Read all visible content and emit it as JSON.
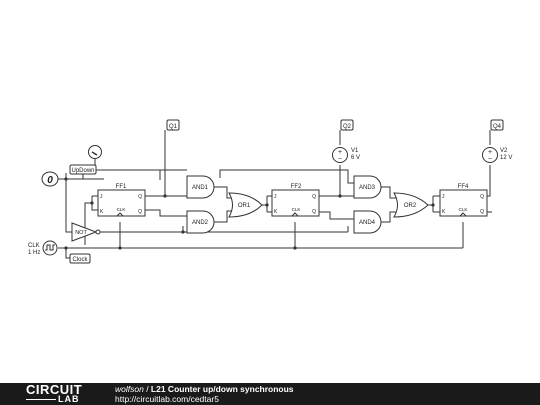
{
  "circuit": {
    "switch_value": "0",
    "labels": {
      "updown": "UpDown",
      "clock": "Clock",
      "q1": "Q1",
      "q2": "Q2",
      "q4": "Q4"
    },
    "clk_source": {
      "name": "CLK",
      "freq": "1 Hz"
    },
    "sources": [
      {
        "name": "V1",
        "value": "6 V"
      },
      {
        "name": "V2",
        "value": "12 V"
      }
    ],
    "flipflops": [
      {
        "name": "FF1",
        "j": "J",
        "k": "K",
        "q": "Q",
        "qbar": "Q",
        "clk": "CLK"
      },
      {
        "name": "FF2",
        "j": "J",
        "k": "K",
        "q": "Q",
        "qbar": "Q",
        "clk": "CLK"
      },
      {
        "name": "FF4",
        "j": "J",
        "k": "K",
        "q": "Q",
        "qbar": "Q",
        "clk": "CLK"
      }
    ],
    "gates": {
      "and1": "AND1",
      "and2": "AND2",
      "and3": "AND3",
      "and4": "AND4",
      "or1": "OR1",
      "or2": "OR2",
      "not": "NOT"
    },
    "plus_sign": "+",
    "minus_sign": "−"
  },
  "footer": {
    "logo_top": "CIRCUIT",
    "logo_bottom": "LAB",
    "author": "wolfson",
    "separator": " / ",
    "title": "L21 Counter up/down synchronous",
    "url": "http://circuitlab.com/cedtar5"
  }
}
